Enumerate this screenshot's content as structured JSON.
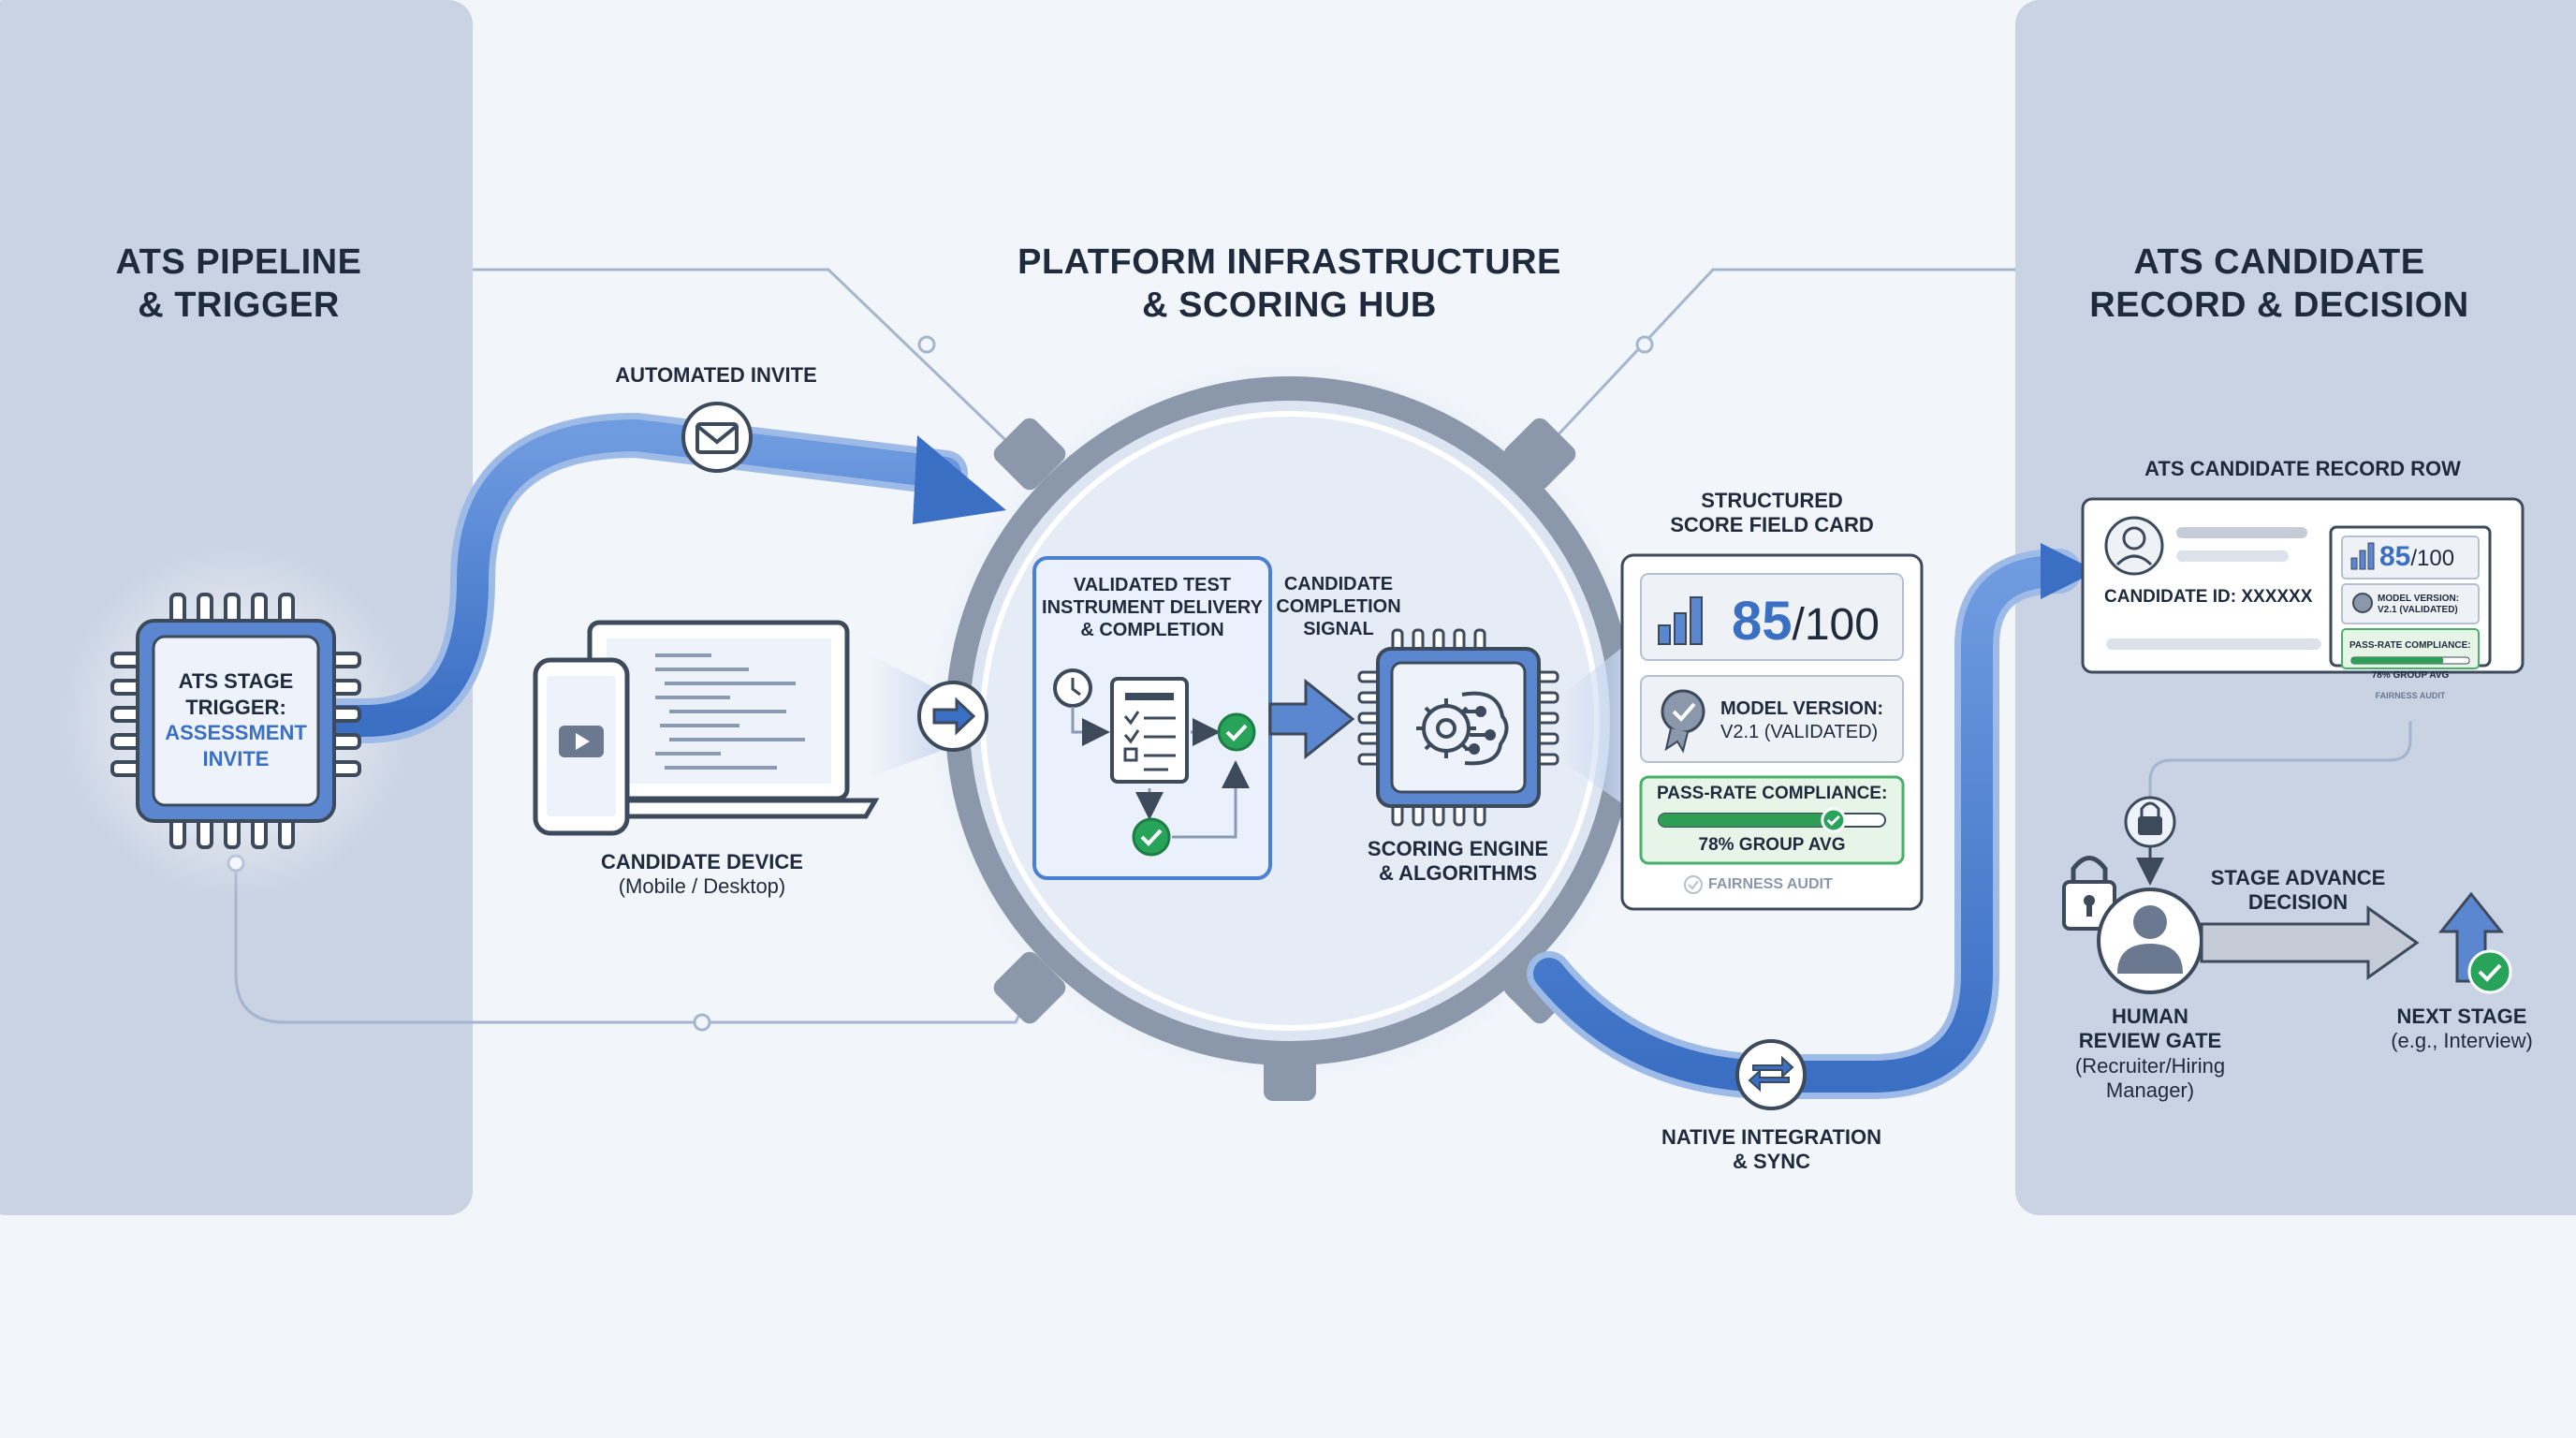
{
  "columns": {
    "left_title": [
      "ATS PIPELINE",
      "& TRIGGER"
    ],
    "center_title": [
      "PLATFORM INFRASTRUCTURE",
      "& SCORING HUB"
    ],
    "right_title": [
      "ATS CANDIDATE",
      "RECORD & DECISION"
    ]
  },
  "left": {
    "chip_lines": [
      "ATS STAGE",
      "TRIGGER:"
    ],
    "chip_accent_lines": [
      "ASSESSMENT",
      "INVITE"
    ]
  },
  "flow": {
    "automated_invite": "AUTOMATED INVITE",
    "candidate_device": "CANDIDATE DEVICE",
    "candidate_device_sub": "(Mobile / Desktop)",
    "validated_test": [
      "VALIDATED TEST",
      "INSTRUMENT DELIVERY",
      "& COMPLETION"
    ],
    "completion_signal": [
      "CANDIDATE",
      "COMPLETION",
      "SIGNAL"
    ],
    "scoring_engine": [
      "SCORING ENGINE",
      "& ALGORITHMS"
    ],
    "native_integration": [
      "NATIVE INTEGRATION",
      "& SYNC"
    ]
  },
  "score_card": {
    "title": [
      "STRUCTURED",
      "SCORE FIELD CARD"
    ],
    "score": "85",
    "score_max": "/100",
    "model_version": [
      "MODEL VERSION:",
      "V2.1 (VALIDATED)"
    ],
    "pass_rate_label": "PASS-RATE COMPLIANCE:",
    "pass_rate_fraction": 0.78,
    "group_avg": "78% GROUP AVG",
    "fairness_audit": "FAIRNESS AUDIT"
  },
  "record": {
    "title": "ATS CANDIDATE RECORD ROW",
    "candidate_id": "CANDIDATE ID: XXXXXX",
    "mini_score": "85",
    "mini_score_max": "/100",
    "mini_model": [
      "MODEL VERSION:",
      "V2.1 (VALIDATED)"
    ],
    "mini_pass_rate": "PASS-RATE COMPLIANCE:",
    "mini_group_avg": "78% GROUP AVG",
    "mini_fairness": "FAIRNESS AUDIT"
  },
  "decision": {
    "stage_advance": [
      "STAGE ADVANCE",
      "DECISION"
    ],
    "human_review": [
      "HUMAN",
      "REVIEW GATE"
    ],
    "human_review_sub": [
      "(Recruiter/Hiring",
      "Manager)"
    ],
    "next_stage": "NEXT STAGE",
    "next_stage_sub": "(e.g., Interview)"
  },
  "colors": {
    "accent": "#3a6fc4",
    "panel": "#c9d3e3",
    "ring": "#8b97aa",
    "success": "#27a35a"
  }
}
